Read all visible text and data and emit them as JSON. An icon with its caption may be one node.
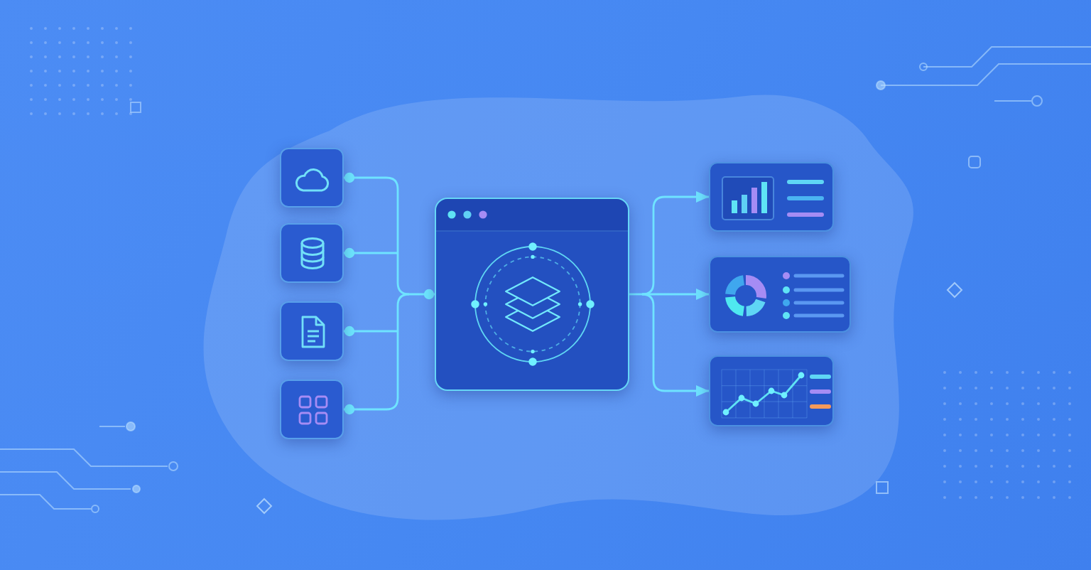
{
  "diagram": {
    "nodes": [
      {
        "text": [],
        "shape": "picture"
      },
      {
        "text": [],
        "shape": "picture"
      },
      {
        "text": [],
        "shape": "picture"
      },
      {
        "text": [],
        "shape": "picture"
      },
      {
        "text": [],
        "shape": "picture"
      },
      {
        "text": [],
        "shape": "picture"
      },
      {
        "text": [],
        "shape": "picture"
      },
      {
        "text": [],
        "shape": "picture"
      }
    ],
    "edges": [
      {
        "from": 0,
        "to": 4,
        "arrow": "other"
      },
      {
        "from": 1,
        "to": 4,
        "arrow": "other"
      },
      {
        "from": 2,
        "to": 4,
        "arrow": "other"
      },
      {
        "from": 3,
        "to": 4,
        "arrow": "other"
      },
      {
        "from": 4,
        "to": 5,
        "arrow": "to"
      },
      {
        "from": 4,
        "to": 6,
        "arrow": "to"
      },
      {
        "from": 4,
        "to": 7,
        "arrow": "to"
      }
    ]
  }
}
